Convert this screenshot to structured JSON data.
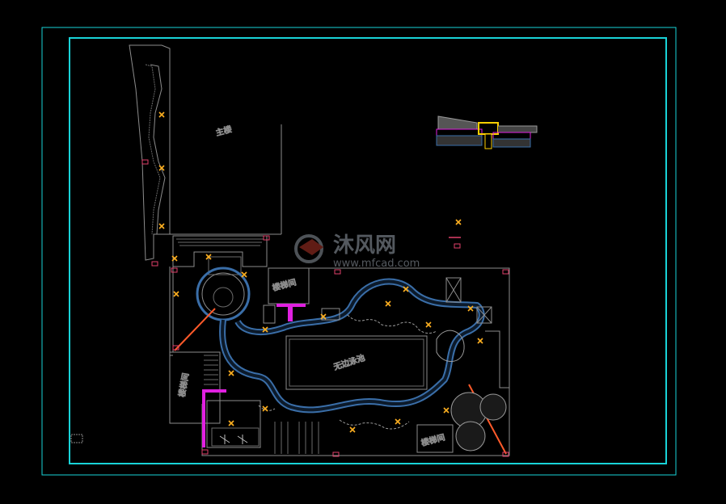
{
  "labels": {
    "main_building": "主楼",
    "stair_top": "楼梯间",
    "stair_left": "楼梯间",
    "stair_bottom": "楼梯间",
    "pool": "无边泳池"
  },
  "watermark": {
    "cn": "沐风网",
    "en": "www.mfcad.com"
  },
  "colors": {
    "frame": "#19d3d8",
    "walls": "#8c8c8c",
    "path": "#3a6ea8",
    "lamp": "#ffb020",
    "red": "#e0406a",
    "magenta": "#e020e0",
    "orange": "#ff5a2a"
  },
  "icons": [
    "lamp-icon",
    "tree-icon",
    "legend-marker-icon"
  ]
}
